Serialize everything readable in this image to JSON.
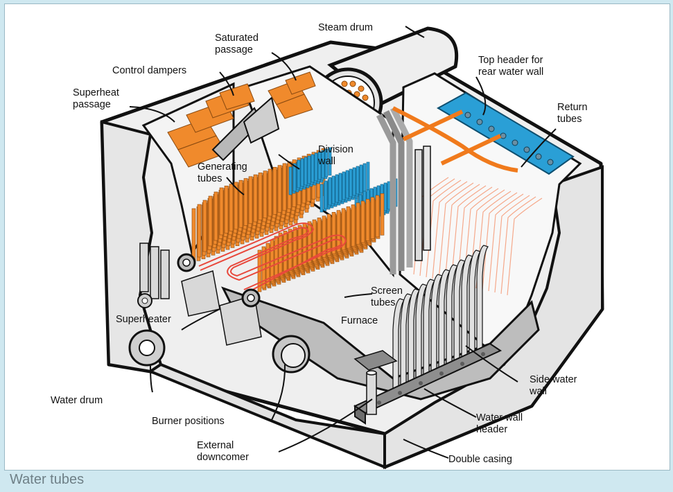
{
  "labels": {
    "steam_drum": "Steam drum",
    "saturated_1": "Saturated",
    "saturated_2": "passage",
    "control_dampers": "Control dampers",
    "superheat_1": "Superheat",
    "superheat_2": "passage",
    "top_header_1": "Top header for",
    "top_header_2": "rear water wall",
    "return_1": "Return",
    "return_2": "tubes",
    "division_1": "Division",
    "division_2": "wall",
    "generating_1": "Generating",
    "generating_2": "tubes",
    "screen_1": "Screen",
    "screen_2": "tubes",
    "furnace": "Furnace",
    "superheater": "Superheater",
    "water_drum": "Water drum",
    "burner_positions": "Burner positions",
    "external_1": "External",
    "external_2": "downcomer",
    "side_water_1": "Side water",
    "side_water_2": "wall",
    "water_wall_1": "Water wall",
    "water_wall_2": "header",
    "double_casing": "Double casing"
  },
  "caption": "Water tubes",
  "colors": {
    "orange": "#f08a2c",
    "blue": "#2a9fd6",
    "red": "#e8483c",
    "casing": "#eeeeee",
    "steel": "#9a9a9a",
    "background": "#cfe8f0"
  }
}
